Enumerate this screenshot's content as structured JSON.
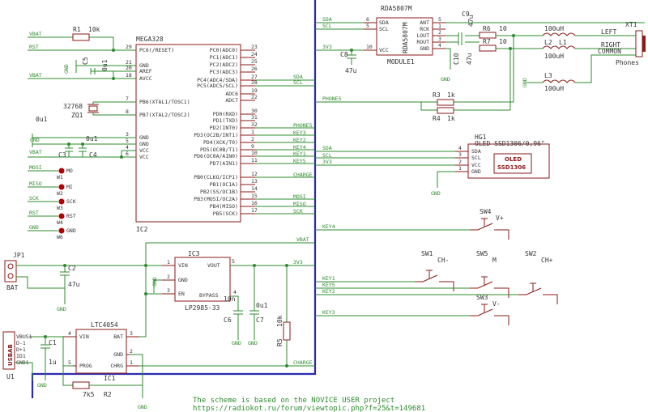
{
  "chips": {
    "mega": {
      "name": "MEGA328",
      "ref": "IC2",
      "left_pins": [
        {
          "num": "29",
          "label": "PC6(/RESET)"
        },
        {
          "num": "21",
          "label": "GND"
        },
        {
          "num": "20",
          "label": "AREF"
        },
        {
          "num": "18",
          "label": "AVCC"
        },
        {
          "num": "7",
          "label": "PB6(XTAL1/TOSC1)"
        },
        {
          "num": "8",
          "label": "PB7(XTAL2/TOSC2)"
        },
        {
          "num": "3",
          "label": "GND"
        },
        {
          "num": "5",
          "label": "GND"
        },
        {
          "num": "4",
          "label": "VCC"
        },
        {
          "num": "6",
          "label": "VCC"
        }
      ],
      "right_pins": [
        {
          "num": "23",
          "label": "PC0(ADC0)"
        },
        {
          "num": "24",
          "label": "PC1(ADC1)"
        },
        {
          "num": "25",
          "label": "PC2(ADC2)"
        },
        {
          "num": "26",
          "label": "PC3(ADC3)"
        },
        {
          "num": "27",
          "label": "PC4(ADC4/SDA)"
        },
        {
          "num": "28",
          "label": "PC5(ADC5/SCL)"
        },
        {
          "num": "19",
          "label": "ADC6"
        },
        {
          "num": "22",
          "label": "ADC7"
        },
        {
          "num": "30",
          "label": "PD0(RXD)"
        },
        {
          "num": "31",
          "label": "PD1(TXD)"
        },
        {
          "num": "32",
          "label": "PD2(INT0)"
        },
        {
          "num": "1",
          "label": "PD3(OC2B/INT1)"
        },
        {
          "num": "2",
          "label": "PD4(XCK/T0)"
        },
        {
          "num": "9",
          "label": "PD5(OC0B/T1)"
        },
        {
          "num": "10",
          "label": "PD6(OC0A/AIN0)"
        },
        {
          "num": "11",
          "label": "PD7(AIN1)"
        },
        {
          "num": "12",
          "label": "PB0(CLKO/ICP1)"
        },
        {
          "num": "13",
          "label": "PB1(OC1A)"
        },
        {
          "num": "14",
          "label": "PB2(SS/OC1B)"
        },
        {
          "num": "15",
          "label": "PB3(MOSI/OC2A)"
        },
        {
          "num": "16",
          "label": "PB4(MISO)"
        },
        {
          "num": "17",
          "label": "PB5(SCK)"
        }
      ]
    },
    "radio": {
      "name": "RDA5807M",
      "body_text": "RDA5807M",
      "ref": "MODULE1",
      "left_pins": [
        {
          "num": "6",
          "label": "SDA"
        },
        {
          "num": "5",
          "label": "SCL"
        },
        {
          "num": "10",
          "label": "VCC"
        }
      ],
      "right_pins": [
        {
          "num": "5",
          "label": "ANT"
        },
        {
          "num": "1",
          "label": "RCK"
        },
        {
          "num": "2",
          "label": "LOUT"
        },
        {
          "num": "3",
          "label": "ROUT"
        },
        {
          "num": "4",
          "label": "GND"
        }
      ]
    },
    "oled": {
      "ref": "HG1",
      "title": "OLED SSD1306/0,96\"",
      "body1": "OLED",
      "body2": "SSD1306",
      "pins": [
        {
          "num": "4",
          "label": "SDA"
        },
        {
          "num": "3",
          "label": "SCL"
        },
        {
          "num": "2",
          "label": "VCC"
        },
        {
          "num": "1",
          "label": "GND"
        }
      ]
    },
    "ldo": {
      "ref": "IC3",
      "name": "LP2985-33",
      "left_pins": [
        {
          "num": "1",
          "label": "VIN"
        },
        {
          "num": "2",
          "label": "GND"
        },
        {
          "num": "3",
          "label": "EN"
        }
      ],
      "vout": {
        "num": "5",
        "label": "VOUT"
      },
      "bypass": {
        "num": "4",
        "label": "BYPASS"
      }
    },
    "charger": {
      "ref": "IC1",
      "name": "LTC4054",
      "left_pins": [
        {
          "num": "4",
          "label": "VIN"
        },
        {
          "num": "5",
          "label": "PROG"
        }
      ],
      "right_pins": [
        {
          "num": "3",
          "label": "BAT"
        },
        {
          "num": "2",
          "label": "GND"
        },
        {
          "num": "1",
          "label": "CHRG"
        }
      ]
    },
    "usb": {
      "ref": "U1",
      "name": "USBAB",
      "pins": [
        "VBUS1",
        "D-1",
        "D+1",
        "ID1",
        "GND1"
      ]
    }
  },
  "components": {
    "R1": {
      "ref": "R1",
      "value": "10k"
    },
    "R2": {
      "ref": "R2",
      "value": "7k5"
    },
    "R3": {
      "ref": "R3",
      "value": "1k"
    },
    "R4": {
      "ref": "R4",
      "value": "1k"
    },
    "R5": {
      "ref": "R5",
      "value": "10k"
    },
    "R6": {
      "ref": "R6",
      "value": "10"
    },
    "R7": {
      "ref": "R7",
      "value": "10"
    },
    "C1": {
      "ref": "C1",
      "value": "1u"
    },
    "C2": {
      "ref": "C2",
      "value": "47u"
    },
    "C3": {
      "ref": "C3",
      "value": "0u1"
    },
    "C4": {
      "ref": "C4",
      "value": "0u1"
    },
    "C5": {
      "ref": "C5",
      "value": "0u1"
    },
    "C6": {
      "ref": "C6",
      "value": "10n"
    },
    "C7": {
      "ref": "C7",
      "value": "0u1"
    },
    "C8": {
      "ref": "C8",
      "value": "47u"
    },
    "C9": {
      "ref": "C9",
      "value": "47u"
    },
    "C10": {
      "ref": "C10",
      "value": "47u"
    },
    "L1": {
      "ref": "L1",
      "value": "100uH"
    },
    "L2": {
      "ref": "L2",
      "value": "100uH"
    },
    "L3": {
      "ref": "L3",
      "value": "100uH"
    },
    "ZQ1": {
      "ref": "ZQ1",
      "value": "32768"
    },
    "JP1": {
      "ref": "JP1",
      "value": "BAT"
    },
    "XT1": {
      "ref": "XT1",
      "value": "Phones",
      "pins": [
        "LEFT",
        "RIGHT",
        "COMMON"
      ]
    }
  },
  "switches": [
    {
      "ref": "SW4",
      "label": "V+"
    },
    {
      "ref": "SW1",
      "label": "CH-"
    },
    {
      "ref": "SW5",
      "label": "M"
    },
    {
      "ref": "SW2",
      "label": "CH+"
    },
    {
      "ref": "SW3",
      "label": "V-"
    }
  ],
  "pads": [
    {
      "net": "MOSI",
      "label": "MO",
      "ref": "W1"
    },
    {
      "net": "MISO",
      "label": "MI",
      "ref": "W2"
    },
    {
      "net": "SCK",
      "label": "SCK",
      "ref": "W3"
    },
    {
      "net": "RST",
      "label": "RST",
      "ref": "W4"
    },
    {
      "net": "GND",
      "label": "GND",
      "ref": "W6"
    }
  ],
  "nets": {
    "vbat": "VBAT",
    "rst": "RST",
    "gnd": "GND",
    "sda": "SDA",
    "scl": "SCL",
    "v33": "3V3",
    "phones": "PHONES",
    "key1": "KEY1",
    "key2": "KEY2",
    "key3": "KEY3",
    "key4": "KEY4",
    "key5": "KEY5",
    "charge": "CHARGE",
    "mosi": "MOSI",
    "miso": "MISO",
    "sck": "SCK",
    "common": "COMMON"
  },
  "footer": {
    "line1": "The scheme is based on the NOVICE USER project",
    "line2": "https://radiokot.ru/forum/viewtopic.php?f=25&t=149681"
  }
}
